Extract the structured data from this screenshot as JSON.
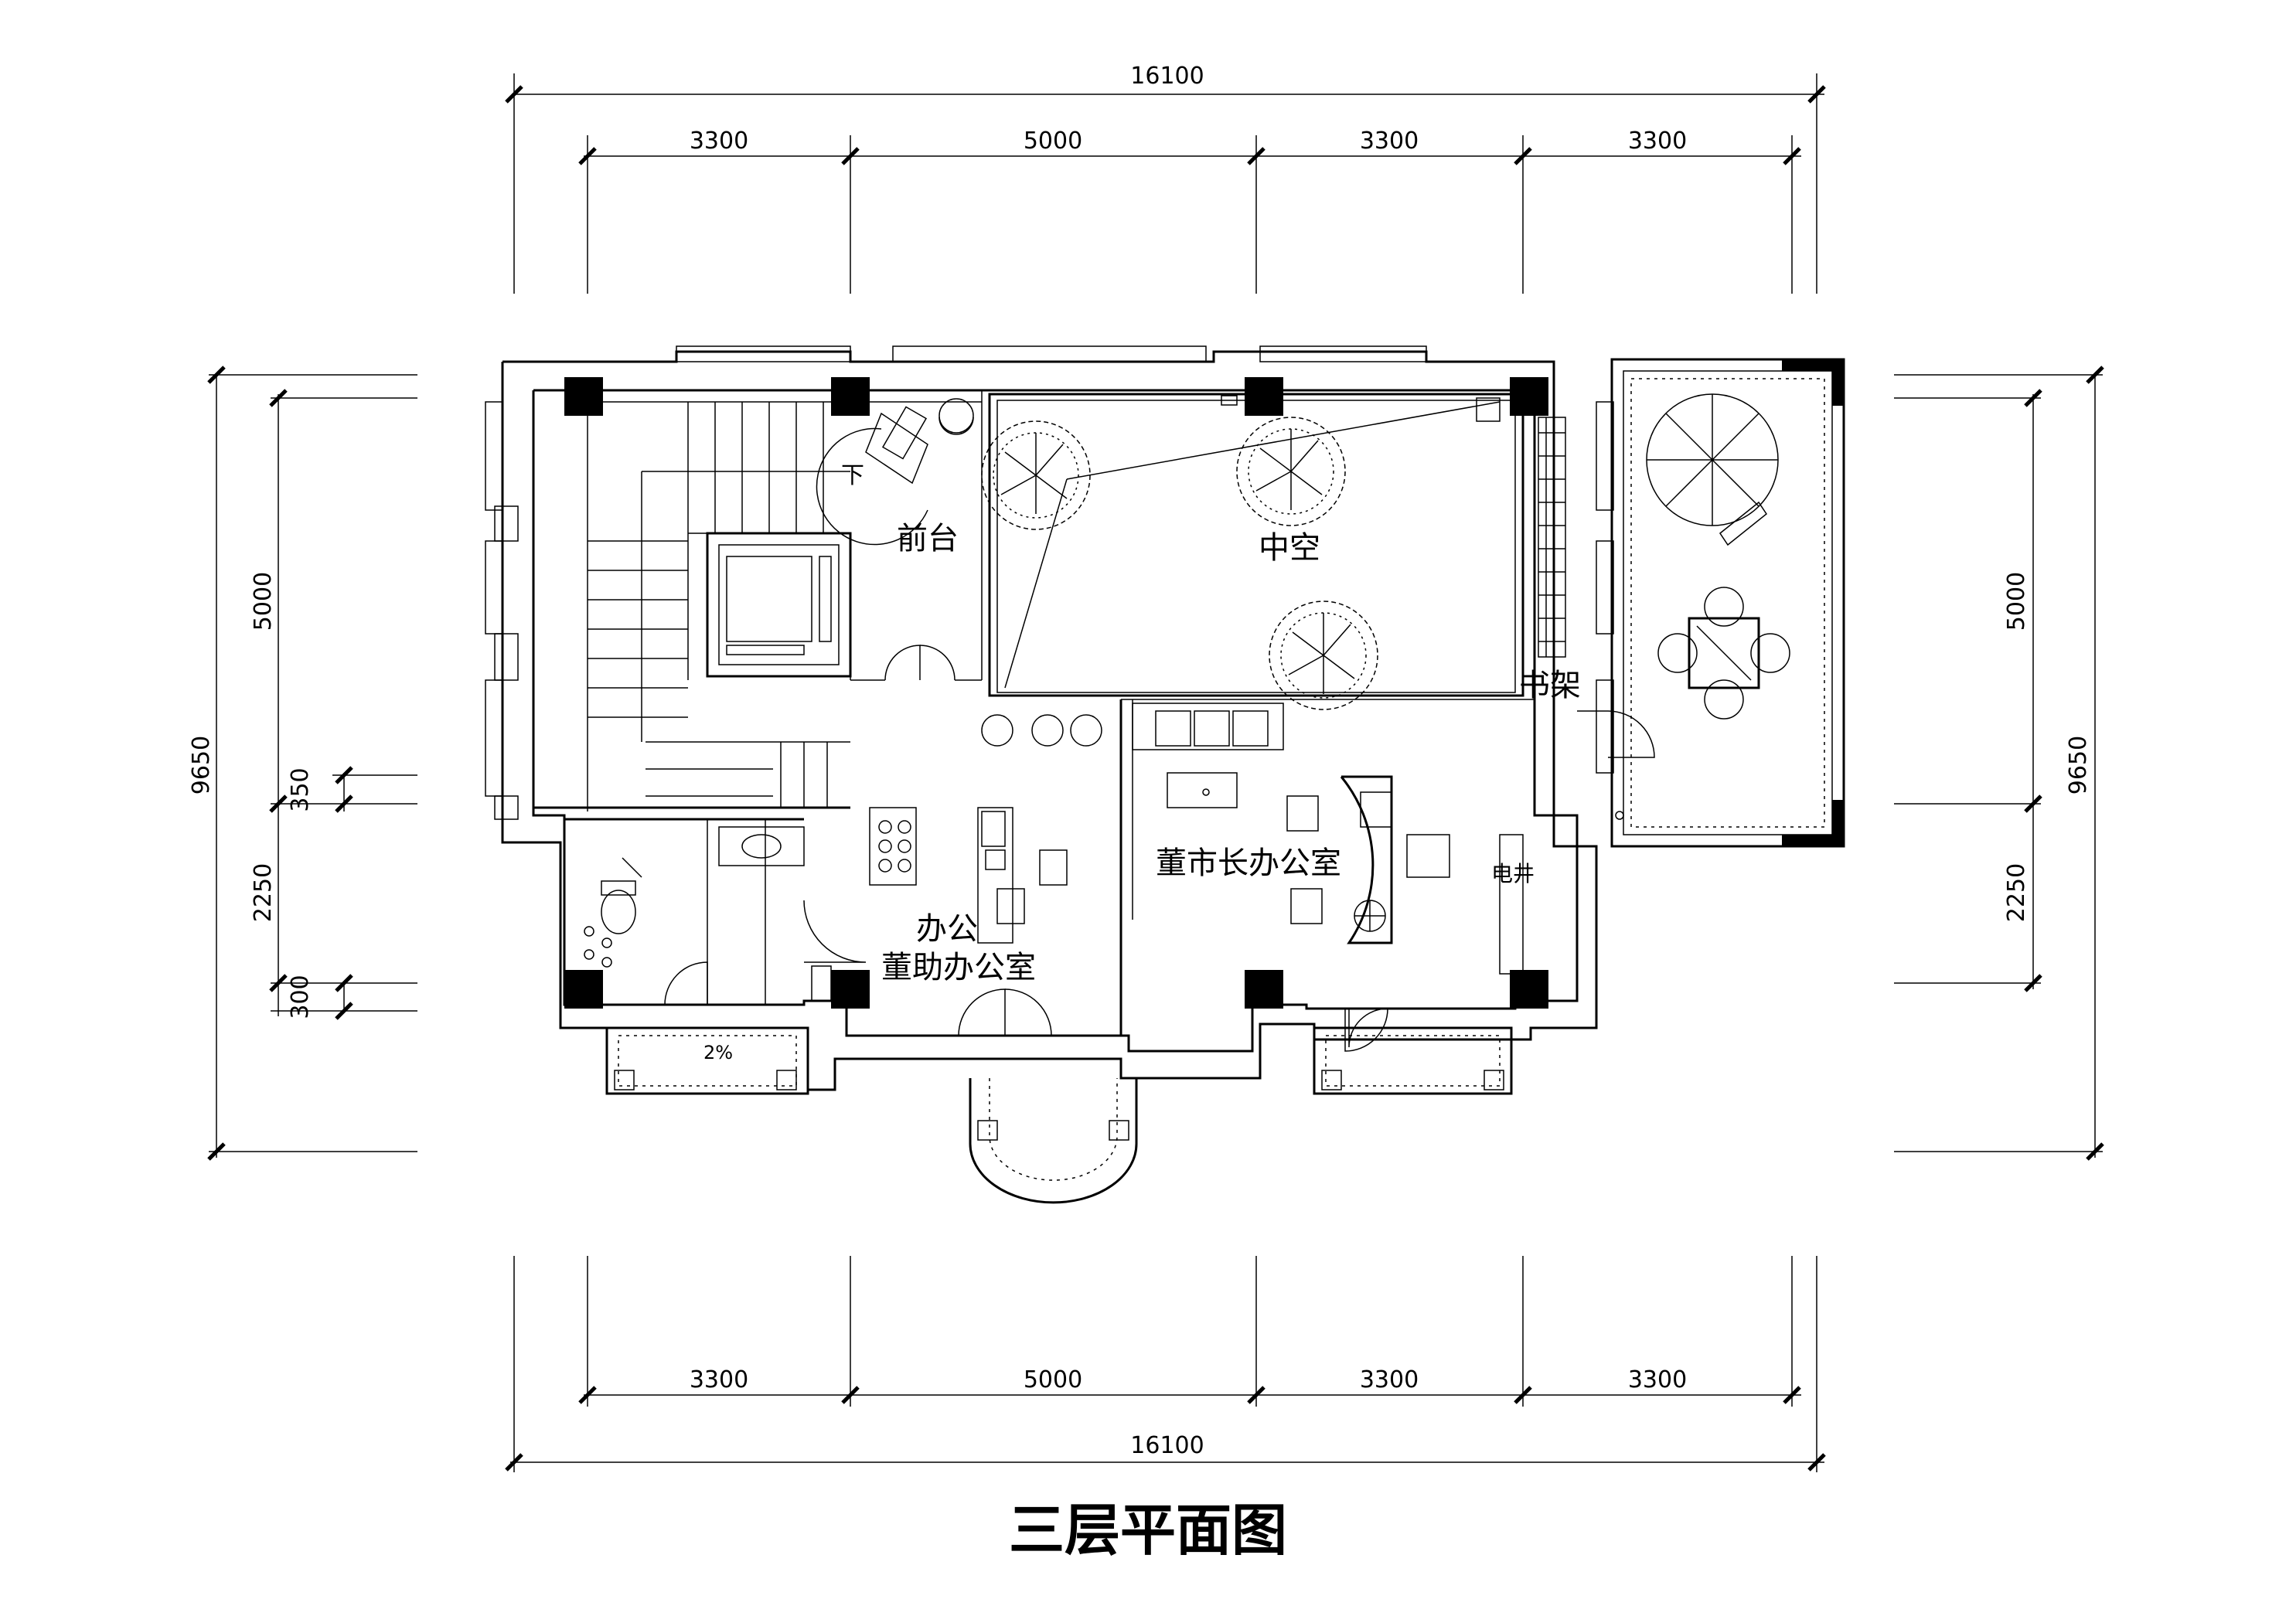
{
  "title": "三层平面图",
  "dimensions": {
    "top_total": "16100",
    "top_segments": [
      "3300",
      "5000",
      "3300",
      "3300"
    ],
    "bottom_total": "16100",
    "bottom_segments": [
      "3300",
      "5000",
      "3300",
      "3300"
    ],
    "left_total": "9650",
    "left_segments": [
      "5000",
      "350",
      "2250",
      "300"
    ],
    "right_total": "9650",
    "right_segments": [
      "5000",
      "2250"
    ]
  },
  "rooms": {
    "reception": "前台",
    "atrium": "中空",
    "bookshelf": "书架",
    "chairman_office": "董市长办公室",
    "assistant_office_tag": "办公",
    "assistant_office": "董助办公室",
    "electric_shaft": "电井",
    "down": "下",
    "slope": "2%"
  }
}
